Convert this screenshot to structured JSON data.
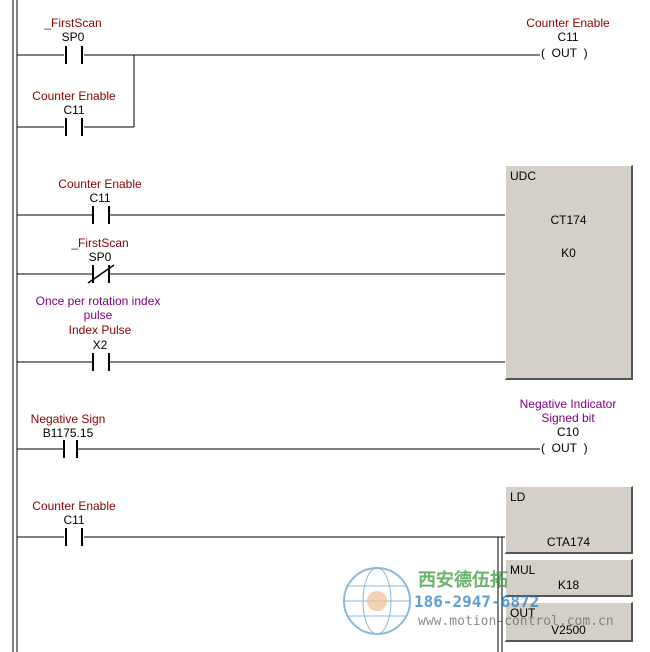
{
  "rungs": [
    {
      "contacts": [
        {
          "nickname": "_FirstScan",
          "address": "SP0"
        },
        {
          "nickname": "Counter Enable",
          "address": "C11"
        }
      ],
      "coil": {
        "nickname": "Counter Enable",
        "address": "C11",
        "type": "OUT"
      }
    },
    {
      "contacts": [
        {
          "nickname": "Counter Enable",
          "address": "C11"
        },
        {
          "nickname": "_FirstScan",
          "address": "SP0"
        },
        {
          "description_line1": "Once per rotation index",
          "description_line2": "pulse",
          "nickname": "Index Pulse",
          "address": "X2"
        }
      ],
      "box": {
        "instruction": "UDC",
        "operand1": "CT174",
        "operand2": "K0"
      }
    },
    {
      "contacts": [
        {
          "nickname": "Negative Sign",
          "address": "B1175.15"
        }
      ],
      "coil": {
        "description_line1": "Negative Indicator",
        "description_line2": "Signed bit",
        "address": "C10",
        "type": "OUT"
      }
    },
    {
      "contacts": [
        {
          "nickname": "Counter Enable",
          "address": "C11"
        }
      ],
      "boxes": [
        {
          "instruction": "LD",
          "operand": "CTA174"
        },
        {
          "instruction": "MUL",
          "operand": "K18"
        },
        {
          "instruction": "OUT",
          "operand": "V2500"
        }
      ]
    }
  ],
  "watermark": {
    "company": "西安德伍拓",
    "phone": "186-2947-6872",
    "url": "www.motion-control.com.cn"
  },
  "colors": {
    "nickname": "#8b0000",
    "description": "#800080",
    "box_fill": "#d4d0c8",
    "watermark_green": "#3a9a3a",
    "watermark_blue": "#2a7fbf"
  }
}
